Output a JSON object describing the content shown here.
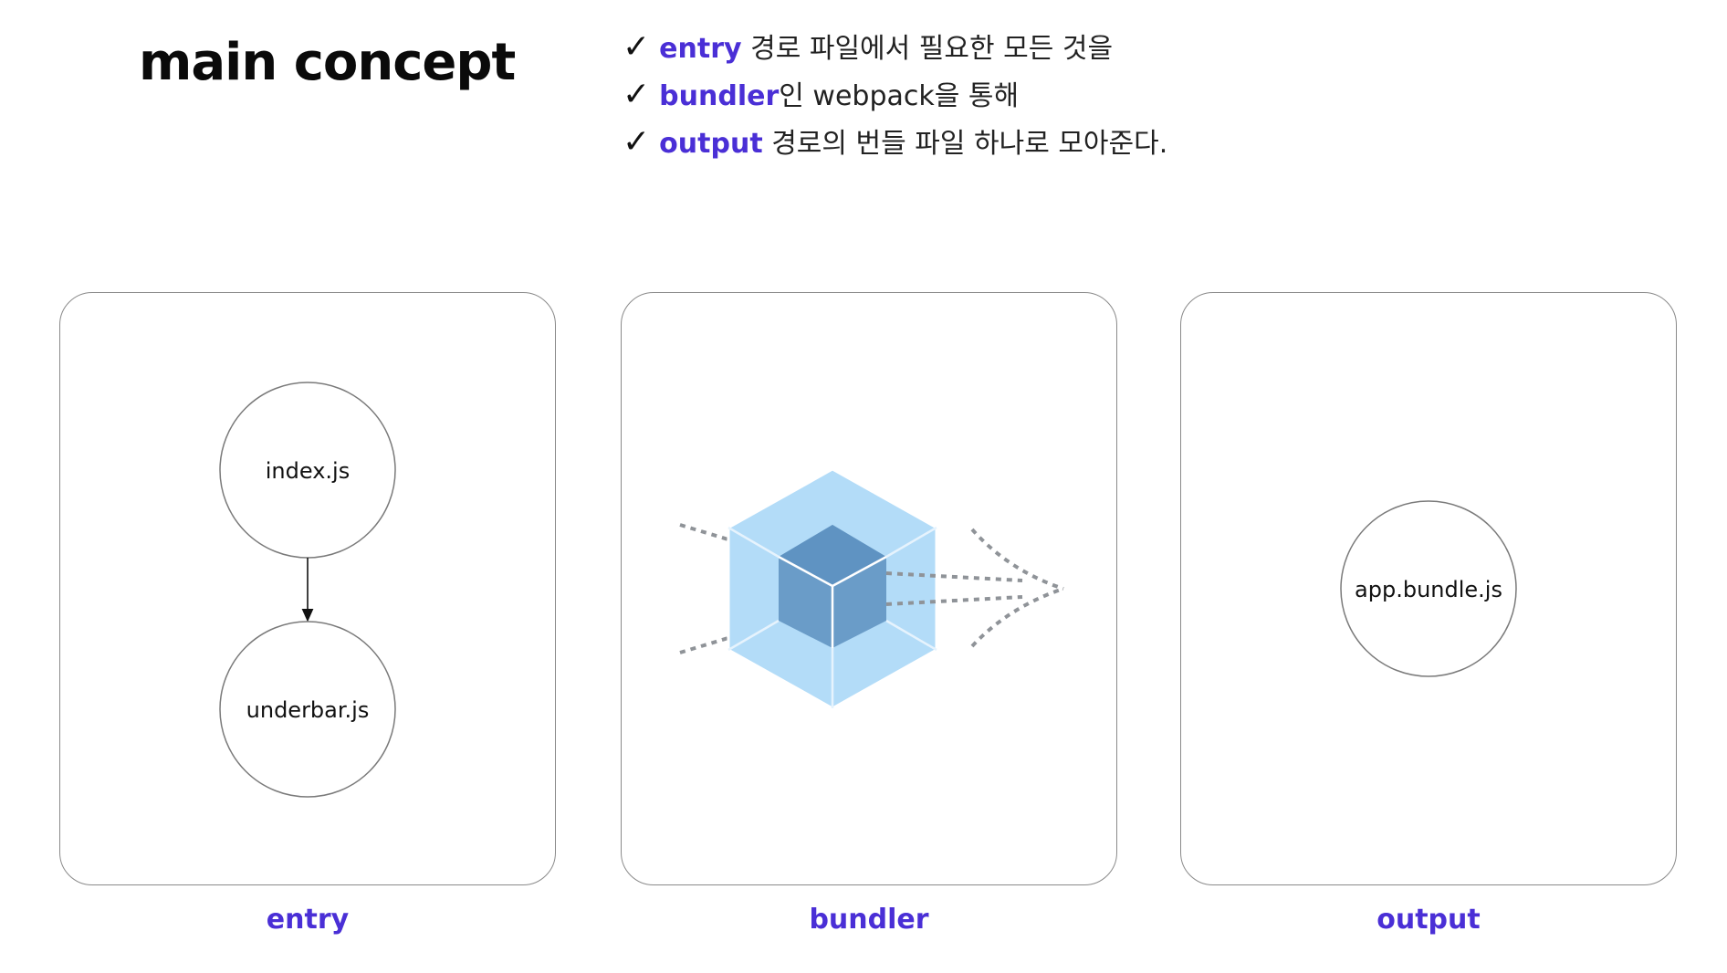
{
  "slide": {
    "title": "main concept",
    "bullets": [
      {
        "keyword": "entry",
        "rest": " 경로 파일에서 필요한 모든 것을"
      },
      {
        "keyword": "bundler",
        "rest": "인 webpack을 통해"
      },
      {
        "keyword": "output",
        "rest": " 경로의 번들 파일 하나로 모아준다."
      }
    ],
    "check_glyph": "✓"
  },
  "panels": {
    "entry": {
      "label": "entry",
      "nodes": [
        "index.js",
        "underbar.js"
      ]
    },
    "bundler": {
      "label": "bundler",
      "icon": "webpack-cube-icon"
    },
    "output": {
      "label": "output",
      "nodes": [
        "app.bundle.js"
      ]
    }
  },
  "colors": {
    "keyword": "#4a2fd6",
    "cube_outer": "#b3dcf8",
    "cube_inner": "#6a9cc8",
    "dashes": "#8f9398"
  }
}
